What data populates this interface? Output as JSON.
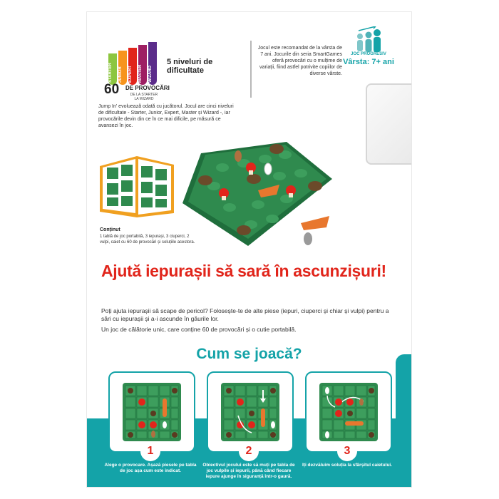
{
  "levels": {
    "sticks": [
      {
        "label": "STARTER",
        "color": "#8dc63f"
      },
      {
        "label": "JUNIOR",
        "color": "#f7941d"
      },
      {
        "label": "EXPERT",
        "color": "#e1251b"
      },
      {
        "label": "MASTER",
        "color": "#9e1f63"
      },
      {
        "label": "WIZARD",
        "color": "#5b2c8a"
      }
    ],
    "count": "60",
    "count_label": "DE PROVOCĂRI",
    "count_sub": "DE LA STARTER LA WIZARD",
    "title": "5 niveluri de dificultate",
    "description": "Jump In' evoluează odată cu jucătorul. Jocul are cinci niveluri de dificultate - Starter, Junior, Expert, Master și Wizard -, iar provocările devin din ce în ce mai dificile, pe măsură ce avansezi în joc."
  },
  "recommendation": {
    "text": "Jocul este recomandat de la vârsta de 7 ani. Jocurile din seria SmartGames oferă provocări cu o mulțime de variații, fiind astfel potrivite copiilor de diverse vârste."
  },
  "age": {
    "label": "JOC PROGRESIV",
    "value": "Vârsta: 7+ ani",
    "icon": "progressive-age-icon"
  },
  "contents": {
    "title": "Conținut",
    "text": "1 tablă de joc portabilă, 3 iepurași, 3 ciuperci, 2 vulpi, caiet cu 60 de provocări și soluțiile acestora."
  },
  "headline": "Ajută iepurașii să sară în ascunzișuri!",
  "paragraph1": "Poți ajuta iepurașii să scape de pericol? Folosește-te de alte piese (iepuri, ciuperci și chiar și vulpi) pentru a sări cu iepurașii și a-i ascunde în găurile lor.",
  "paragraph2": "Un joc de călătorie unic, care conține 60 de provocări și o cutie portabilă.",
  "how_to": "Cum se joacă?",
  "steps": [
    {
      "number": "1",
      "text": "Alege o provocare. Așază piesele pe tabla de joc așa cum este indicat."
    },
    {
      "number": "2",
      "text": "Obiectivul jocului este să muți pe tabla de joc vulpile și iepurii, până când fiecare iepure ajunge în siguranță într-o gaură."
    },
    {
      "number": "3",
      "text": "Iți dezvăluim soluția la sfârșitul caietului."
    }
  ],
  "colors": {
    "teal": "#14a3a8",
    "red": "#e1251b",
    "board_green": "#2f8a4e"
  }
}
